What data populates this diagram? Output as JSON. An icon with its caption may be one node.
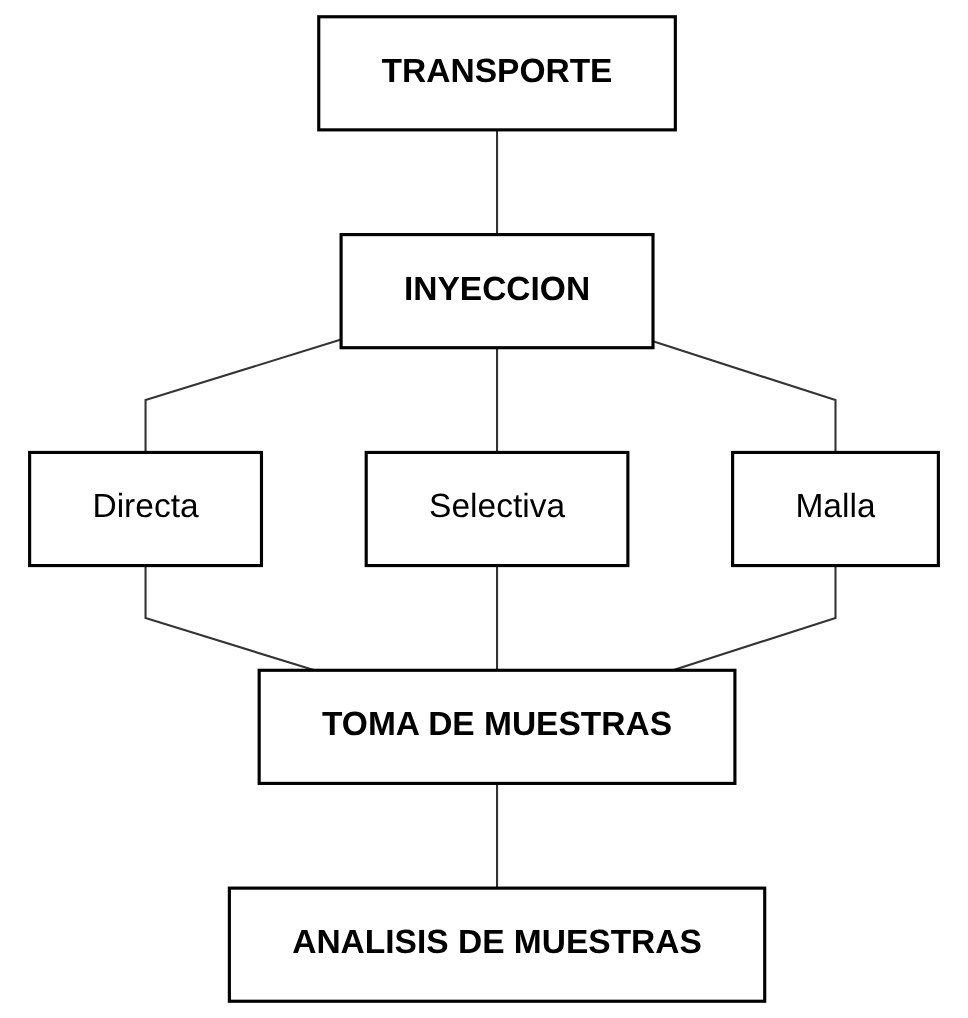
{
  "diagram": {
    "nodes": [
      {
        "text": [
          "TRANSPORTE"
        ]
      },
      {
        "text": [
          "INYECCION"
        ]
      },
      {
        "text": [
          "Directa"
        ]
      },
      {
        "text": [
          "Selectiva"
        ]
      },
      {
        "text": [
          "Malla"
        ]
      },
      {
        "text": [
          "TOMA DE MUESTRAS"
        ]
      },
      {
        "text": [
          "ANALISIS DE MUESTRAS"
        ]
      }
    ],
    "edges": [
      {
        "from": 0,
        "to": 1,
        "arrow": "none"
      },
      {
        "from": 1,
        "to": 2,
        "arrow": "none"
      },
      {
        "from": 1,
        "to": 3,
        "arrow": "none"
      },
      {
        "from": 1,
        "to": 4,
        "arrow": "none"
      },
      {
        "from": 2,
        "to": 5,
        "arrow": "none"
      },
      {
        "from": 3,
        "to": 5,
        "arrow": "none"
      },
      {
        "from": 4,
        "to": 5,
        "arrow": "none"
      },
      {
        "from": 5,
        "to": 6,
        "arrow": "none"
      }
    ]
  }
}
